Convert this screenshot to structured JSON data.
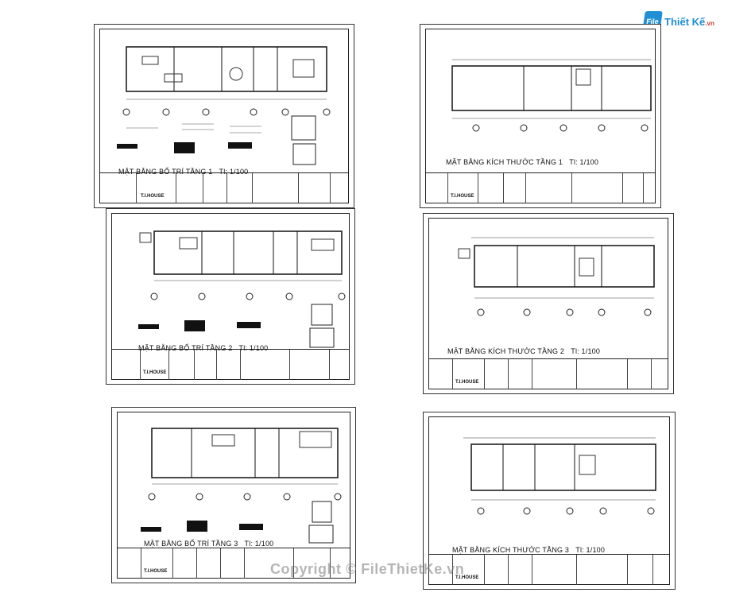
{
  "brand_logo": {
    "mark": "File",
    "name": "Thiết Kế",
    "domain": ".vn"
  },
  "watermark": "Copyright © FileThietKe.vn",
  "sheets": [
    {
      "title": "MẶT BẰNG BỐ TRÍ TẦNG 1",
      "scale": "Tl: 1/100",
      "brand": "T.I.HOUSE"
    },
    {
      "title": "MẶT BẰNG BỐ TRÍ TẦNG 2",
      "scale": "Tl: 1/100",
      "brand": "T.I.HOUSE"
    },
    {
      "title": "MẶT BẰNG BỐ TRÍ TẦNG 3",
      "scale": "Tl: 1/100",
      "brand": "T.I.HOUSE"
    },
    {
      "title": "MẶT BẰNG KÍCH THƯỚC TẦNG 1",
      "scale": "Tl: 1/100",
      "brand": "T.I.HOUSE"
    },
    {
      "title": "MẶT BẰNG KÍCH THƯỚC TẦNG 2",
      "scale": "Tl: 1/100",
      "brand": "T.I.HOUSE"
    },
    {
      "title": "MẶT BẰNG KÍCH THƯỚC TẦNG 3",
      "scale": "Tl: 1/100",
      "brand": "T.I.HOUSE"
    }
  ],
  "icons": {
    "logo": "file-thiet-ke-logo"
  }
}
